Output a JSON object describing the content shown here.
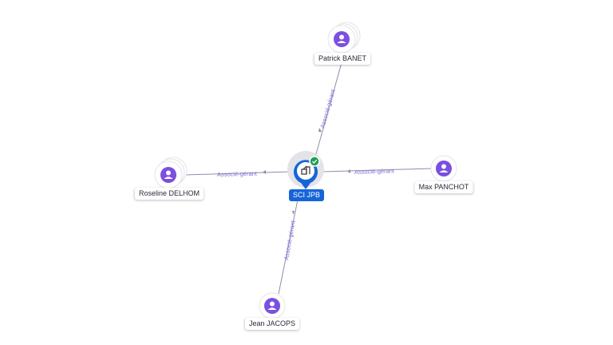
{
  "company": {
    "name": "SCI JPB",
    "icon": "building-icon",
    "status_icon": "check-icon",
    "color": "#1565d8",
    "status_color": "#1e9e57"
  },
  "persons": [
    {
      "id": "patrick",
      "name": "Patrick BANET",
      "icon": "person-icon",
      "relation": "Associé-gérant"
    },
    {
      "id": "roseline",
      "name": "Roseline DELHOM",
      "icon": "person-icon",
      "relation": "Associé-gérant"
    },
    {
      "id": "max",
      "name": "Max PANCHOT",
      "icon": "person-icon",
      "relation": "Associé-gérant"
    },
    {
      "id": "jean",
      "name": "Jean JACOPS",
      "icon": "person-icon",
      "relation": "Associé-gérant"
    }
  ],
  "colors": {
    "person_icon": "#7b4fe0",
    "edge": "#8c8fa6",
    "edge_label": "#7b6fd6"
  }
}
